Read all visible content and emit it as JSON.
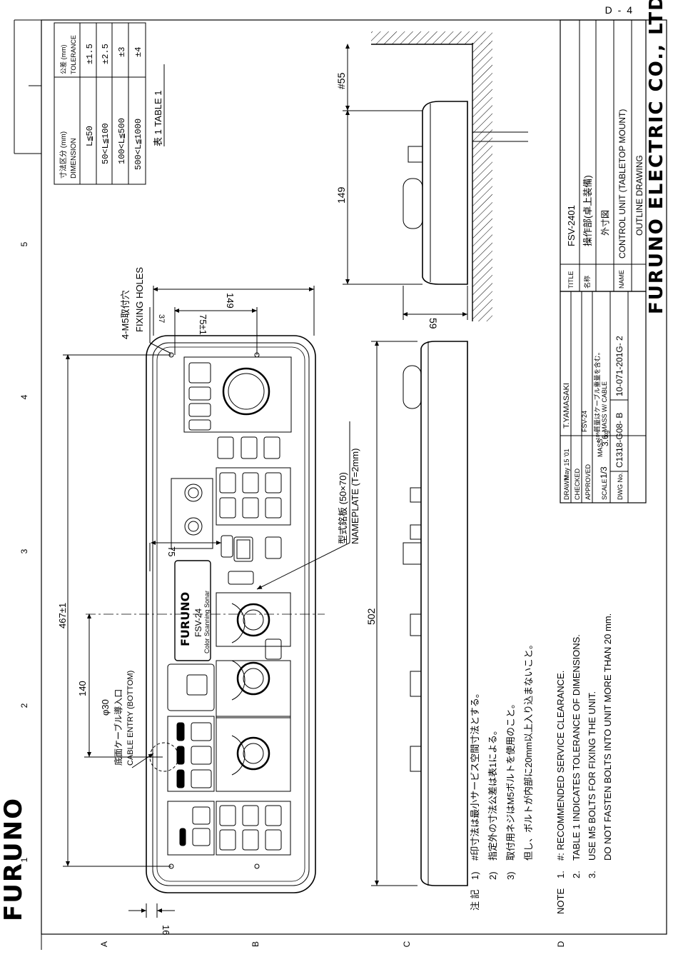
{
  "page_code": "D - 4",
  "brand_logo": "FURUNO",
  "company": "FURUNO ELECTRIC CO., LTD.",
  "border": {
    "left_numbers": [
      "1",
      "2",
      "3",
      "4",
      "5"
    ],
    "bottom_letters": [
      "A",
      "B",
      "C",
      "D"
    ]
  },
  "tolerance_table": {
    "headers": [
      "寸法区分 (mm)",
      "DIMENSION",
      "公差 (mm)",
      "TOLERANCE"
    ],
    "rows": [
      {
        "dimension": "L≦50",
        "tolerance": "±1.5"
      },
      {
        "dimension": "50<L≦100",
        "tolerance": "±2.5"
      },
      {
        "dimension": "100<L≦500",
        "tolerance": "±3"
      },
      {
        "dimension": "500<L≦1000",
        "tolerance": "±4"
      }
    ],
    "caption": "表 1  TABLE 1"
  },
  "callouts": {
    "fixing_jp": "4-M5取付穴",
    "fixing_en": "FIXING HOLES",
    "nameplate_jp": "型式銘板 (50×70)",
    "nameplate_en": "NAMEPLATE (T=2mm)",
    "cable_size": "φ30",
    "cable_jp": "底面ケーブル導入口",
    "cable_en": "CABLE ENTRY (BOTTOM)"
  },
  "dimensions": {
    "width_overall": "467±1",
    "edge_offset": "16",
    "cable_offset": "140",
    "panel_height": "149",
    "hole_pitch": "75±1",
    "hole_edge": "37",
    "nameplate_pos": "75",
    "length_side": "502",
    "side_height": "59",
    "side_depth": "149",
    "service_clearance": "#55"
  },
  "panel_label": {
    "brand": "FURUNO",
    "model": "FSV-24",
    "subtitle": "Color Scanning Sonar"
  },
  "notes_jp": {
    "heading": "注  記",
    "items": [
      {
        "num": "1)",
        "text": "#印寸法は最小サービス空間寸法とする。"
      },
      {
        "num": "2)",
        "text": "指定外の寸法公差は表1による。"
      },
      {
        "num": "3)",
        "text": "取付用ネジはM5ボルトを使用のこと。"
      },
      {
        "num": "",
        "text": "但し、ボルトが内部に20mm以上入り込まないこと。"
      }
    ]
  },
  "notes_en": {
    "heading": "NOTE",
    "items": [
      {
        "num": "1.",
        "text": "#: RECOMMENDED SERVICE CLEARANCE."
      },
      {
        "num": "2.",
        "text": "TABLE 1 INDICATES TOLERANCE OF DIMENSIONS."
      },
      {
        "num": "3.",
        "text": "USE M5 BOLTS FOR FIXING THE UNIT."
      },
      {
        "num": "",
        "text": "DO NOT FASTEN BOLTS INTO UNIT MORE THAN 20 mm."
      }
    ]
  },
  "title_block": {
    "drawn_label": "DRAWN",
    "drawn_date": "May 15 '01",
    "drawn_name": "T.YAMASAKI",
    "checked_label": "CHECKED",
    "approved_label": "APPROVED",
    "scale_label": "SCALE",
    "scale": "1/3",
    "mass_label": "MASS",
    "mass_value": "3.6",
    "mass_unit": "kg",
    "mass_tol": "±10%",
    "mass_note_model": "FSV-24",
    "mass_note_jp": "質量はケーブル重量を含む。",
    "mass_note_en": "MASS W/ CABLE",
    "dwg_label": "DWG No.",
    "dwg_no": "C1318-G08- B",
    "ref_no": "10-071-201G- 2",
    "title_label": "TITLE",
    "title": "FSV-2401",
    "name_jp_label": "名称",
    "name_jp": "操作部(卓上装備)",
    "name_jp2": "外寸図",
    "name_label": "NAME",
    "name_en": "CONTROL UNIT (TABLETOP MOUNT)",
    "name_en2": "OUTLINE DRAWING"
  }
}
